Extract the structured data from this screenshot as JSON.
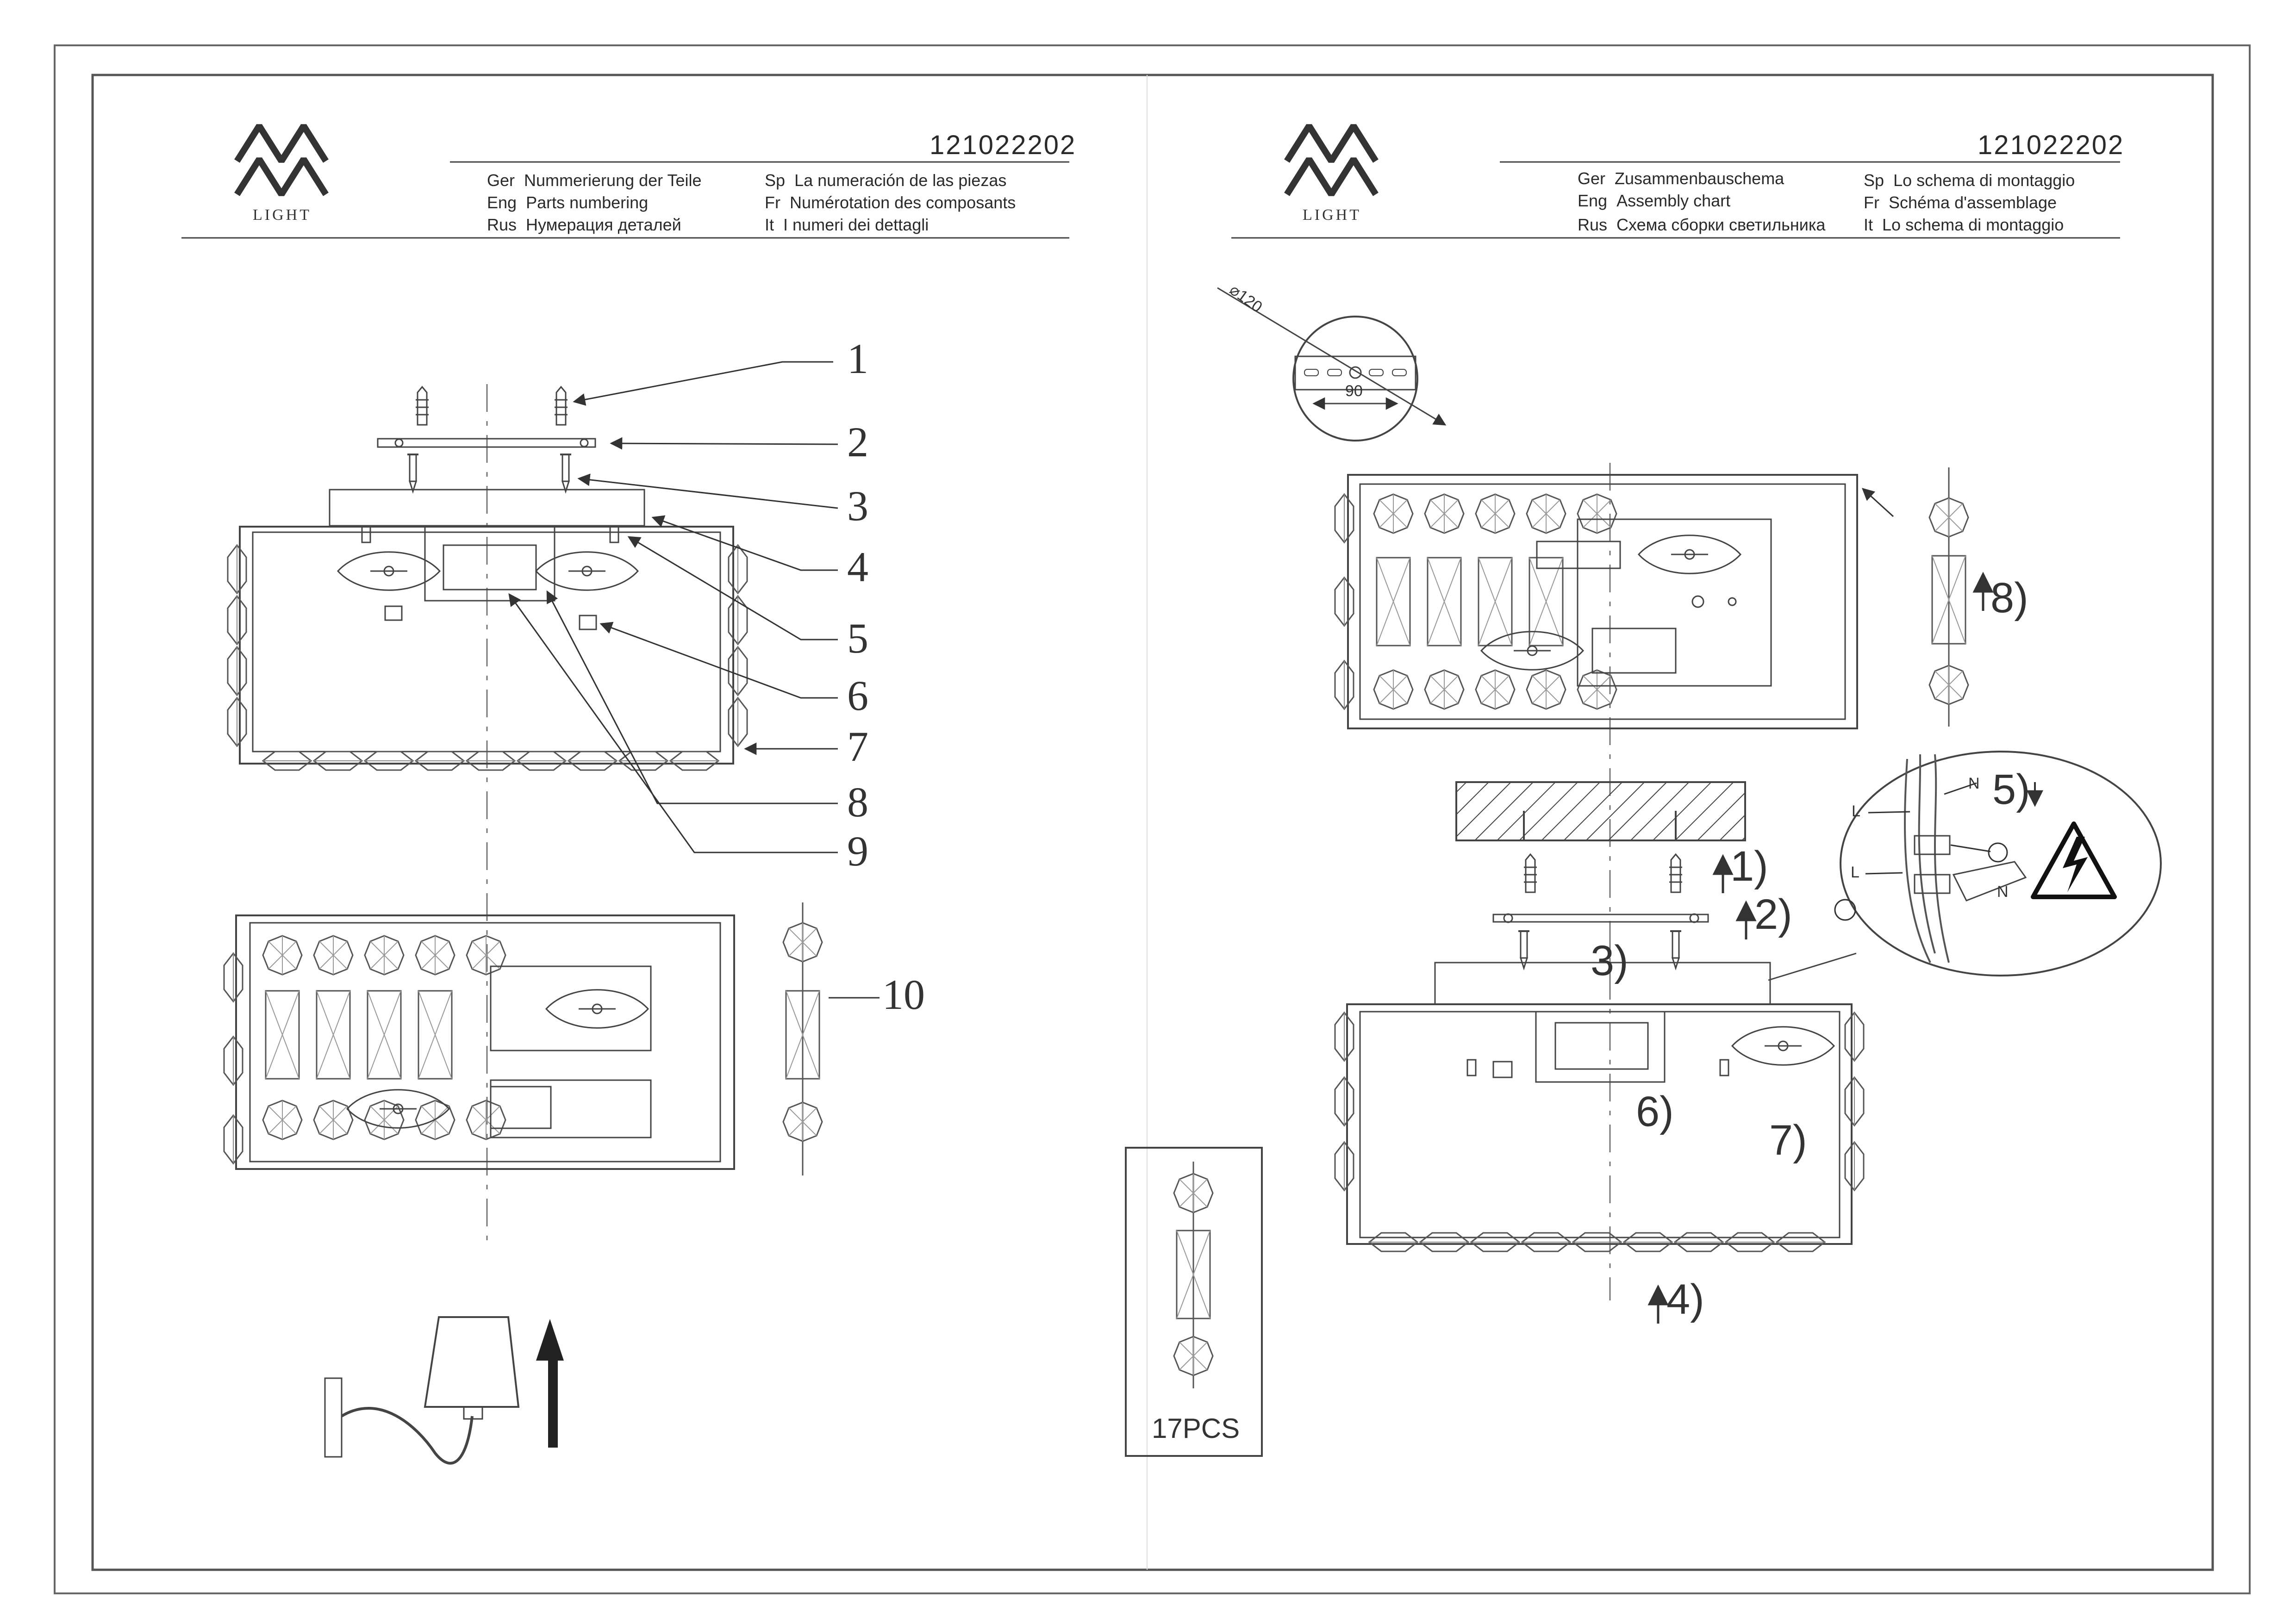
{
  "left_page": {
    "brand": "LIGHT",
    "model_code": "121022202",
    "titles": [
      {
        "lang": "Ger",
        "text": "Nummerierung der Teile"
      },
      {
        "lang": "Eng",
        "text": "Parts numbering"
      },
      {
        "lang": "Rus",
        "text": "Нумерация деталей"
      },
      {
        "lang": "Sp",
        "text": "La numeración de las piezas"
      },
      {
        "lang": "Fr",
        "text": "Numérotation des composants"
      },
      {
        "lang": "It",
        "text": "I numeri dei dettagli"
      }
    ],
    "part_numbers": [
      "1",
      "2",
      "3",
      "4",
      "5",
      "6",
      "7",
      "8",
      "9",
      "10"
    ]
  },
  "right_page": {
    "brand": "LIGHT",
    "model_code": "121022202",
    "titles": [
      {
        "lang": "Ger",
        "text": "Zusammenbauschema"
      },
      {
        "lang": "Eng",
        "text": "Assembly chart"
      },
      {
        "lang": "Rus",
        "text": "Схема сборки светильника"
      },
      {
        "lang": "Sp",
        "text": "Lo schema di montaggio"
      },
      {
        "lang": "Fr",
        "text": "Schéma d'assemblage"
      },
      {
        "lang": "It",
        "text": "Lo schema di montaggio"
      }
    ],
    "bracket_diameter": "⌀120",
    "bracket_span": "90",
    "steps": [
      "1)",
      "2)",
      "3)",
      "4)",
      "5)",
      "6)",
      "7)",
      "8)"
    ],
    "wire_labels": {
      "neutral": "N",
      "live": "L",
      "live2": "L",
      "neutral2": "N"
    },
    "crystal_count": "17PCS"
  }
}
